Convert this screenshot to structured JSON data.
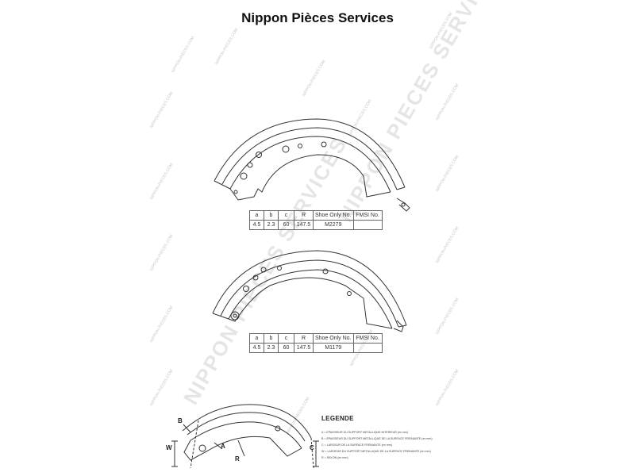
{
  "header": {
    "title": "Nippon Pièces Services"
  },
  "watermark": {
    "large": "NIPPON PIECES SERVICES",
    "small": "NIPPON-PIECES.COM"
  },
  "tables": [
    {
      "headers": [
        "a",
        "b",
        "c",
        "R",
        "Shoe Only No.",
        "FMSI No."
      ],
      "row": [
        "4.5",
        "2.3",
        "60",
        "147.5",
        "M2279",
        ""
      ]
    },
    {
      "headers": [
        "a",
        "b",
        "c",
        "R",
        "Shoe Only No.",
        "FMSI No."
      ],
      "row": [
        "4.5",
        "2.3",
        "60",
        "147.5",
        "M1179",
        ""
      ]
    }
  ],
  "legend": {
    "title": "LEGENDE",
    "items": [
      "A = EPAISSEUR DU SUPPORT METALLIQUE INTERIEUR (en mm)",
      "B = EPAISSEUR DU SUPPORT METALLIQUE DE LA SURFACE FREINANTE (en mm)",
      "C = LARGEUR DE LA SURFACE FREINANTE (en mm)",
      "W = LARGEUR DU SUPPORT METALLIQUE DE LA SURFACE FREINANTE (en mm)",
      "R = RAYON (en mm)"
    ]
  },
  "dimension_labels": {
    "b": "B",
    "w": "W",
    "a": "A",
    "r": "R",
    "c": "C"
  }
}
